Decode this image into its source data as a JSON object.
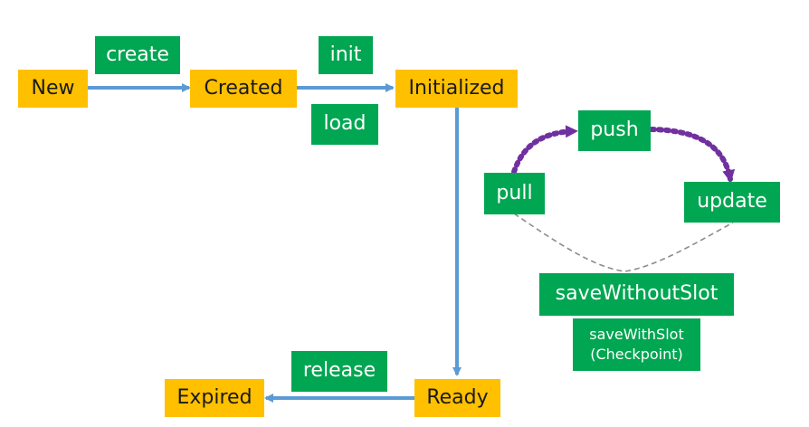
{
  "colors": {
    "state_fill": "#FFC000",
    "action_fill": "#00A651",
    "lifecycle_arrow": "#5B9BD5",
    "cycle_arrow": "#7030A0",
    "save_connector": "#8C8C8C"
  },
  "states": {
    "new": "New",
    "created": "Created",
    "initialized": "Initialized",
    "ready": "Ready",
    "expired": "Expired"
  },
  "actions": {
    "create": "create",
    "init": "init",
    "load": "load",
    "release": "release",
    "pull": "pull",
    "push": "push",
    "update": "update",
    "save_without_slot": "saveWithoutSlot",
    "save_with_slot_line1": "saveWithSlot",
    "save_with_slot_line2": "(Checkpoint)"
  }
}
